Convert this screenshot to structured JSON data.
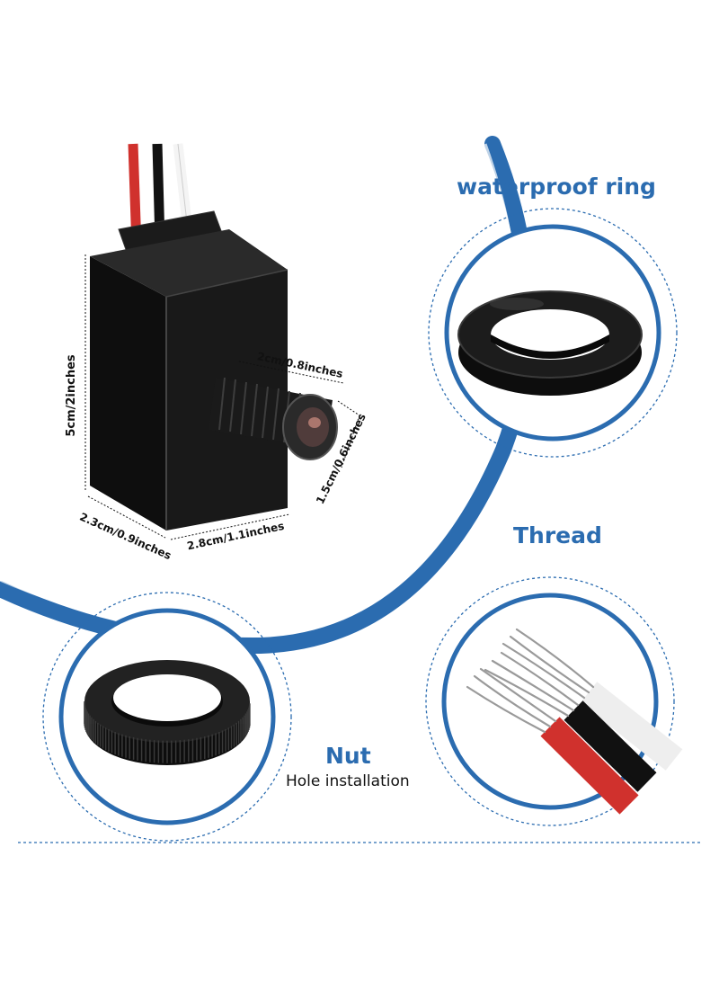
{
  "callouts": {
    "waterproof_ring": "waterproof ring",
    "thread": "Thread",
    "nut": "Nut",
    "nut_caption": "Hole installation"
  },
  "dimensions": {
    "height": "5cm/2inches",
    "lens_length": "2cm/0.8inches",
    "lens_diameter": "1.5cm/0.6inches",
    "depth": "2.3cm/0.9inches",
    "width": "2.8cm/1.1inches"
  },
  "colors": {
    "accent_blue": "#2b6cb0",
    "wire_red": "#d0312d",
    "wire_black": "#111111",
    "wire_white": "#f2f2f2",
    "body_black": "#161616"
  }
}
